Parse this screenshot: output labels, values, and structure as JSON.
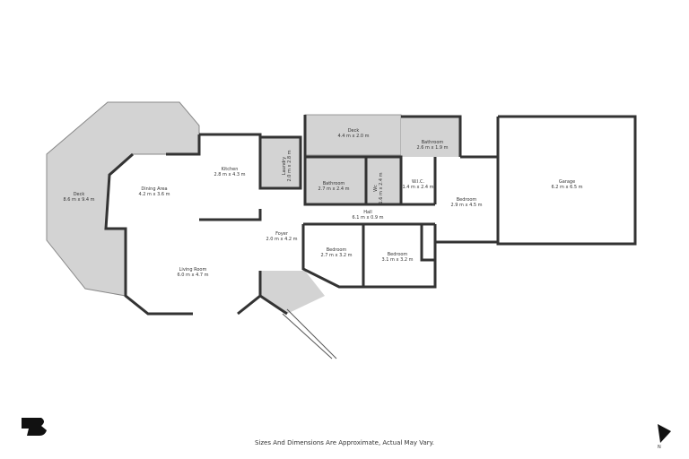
{
  "rooms": [
    {
      "name": "Deck",
      "size": "8.6 m x 9.4 m"
    },
    {
      "name": "Dining Area",
      "size": "4.2 m x 3.6 m"
    },
    {
      "name": "Kitchen",
      "size": "2.8 m x 4.3 m"
    },
    {
      "name": "Laundry",
      "size": "2.0 m x 2.8 m"
    },
    {
      "name": "Deck",
      "size": "4.4 m x 2.0 m"
    },
    {
      "name": "Bathroom",
      "size": "2.6 m x 1.9 m"
    },
    {
      "name": "Bathroom",
      "size": "2.7 m x 2.4 m"
    },
    {
      "name": "Wc",
      "size": "1.6 m x 2.4 m"
    },
    {
      "name": "W.I.C.",
      "size": "1.4 m x 2.4 m"
    },
    {
      "name": "Bedroom",
      "size": "2.9 m x 4.5 m"
    },
    {
      "name": "Garage",
      "size": "6.2 m x 6.5 m"
    },
    {
      "name": "Hall",
      "size": "6.1 m x 0.9 m"
    },
    {
      "name": "Foyer",
      "size": "2.0 m x 4.2 m"
    },
    {
      "name": "Bedroom",
      "size": "2.7 m x 3.2 m"
    },
    {
      "name": "Bedroom",
      "size": "3.1 m x 3.2 m"
    },
    {
      "name": "Living Room",
      "size": "6.0 m x 4.7 m"
    }
  ],
  "disclaimer": "Sizes And Dimensions Are Approximate, Actual May Vary.",
  "compass_label": "N",
  "colors": {
    "wall": "#333333",
    "outdoor": "#d3d3d3"
  }
}
